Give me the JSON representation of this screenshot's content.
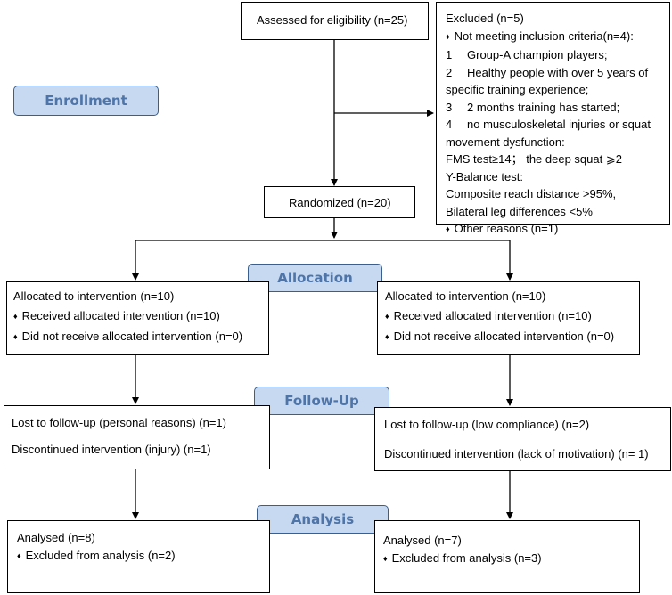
{
  "stages": {
    "enrollment": "Enrollment",
    "allocation": "Allocation",
    "follow_up": "Follow-Up",
    "analysis": "Analysis"
  },
  "assessed": "Assessed for eligibility (n=25)",
  "excluded": {
    "title": "Excluded (n=5)",
    "criteria_heading": "Not meeting inclusion criteria(n=4):",
    "item1_num": "1",
    "item1": "Group-A champion players;",
    "item2_num": "2",
    "item2_a": "Healthy people with over 5 years of",
    "item2_b": "specific training experience;",
    "item3_num": "3",
    "item3": "2 months training has started;",
    "item4_num": "4",
    "item4_a": "no musculoskeletal injuries or squat",
    "item4_b": "movement dysfunction:",
    "fms": "FMS test≥14；   the deep squat ⩾2",
    "ybal_title": "Y-Balance test:",
    "ybal_1": "Composite reach distance >95%,",
    "ybal_2": "Bilateral leg differences <5%",
    "other": "Other reasons (n=1)"
  },
  "randomized": "Randomized (n=20)",
  "left": {
    "alloc_title": "Allocated to intervention (n=10)",
    "alloc_received": "Received allocated intervention (n=10)",
    "alloc_not": "Did not receive allocated intervention (n=0)",
    "lost": "Lost to follow-up (personal reasons) (n=1)",
    "disc": "Discontinued intervention (injury) (n=1)",
    "analysed": "Analysed (n=8)",
    "excluded": "Excluded from analysis (n=2)"
  },
  "right": {
    "alloc_title": "Allocated to intervention (n=10)",
    "alloc_received": "Received allocated intervention (n=10)",
    "alloc_not": "Did not receive allocated intervention (n=0)",
    "lost": "Lost to follow-up (low compliance) (n=2)",
    "disc": "Discontinued intervention (lack of motivation) (n= 1)",
    "analysed": "Analysed (n=7)",
    "excluded": "Excluded from analysis (n=3)"
  },
  "bullet": "♦"
}
